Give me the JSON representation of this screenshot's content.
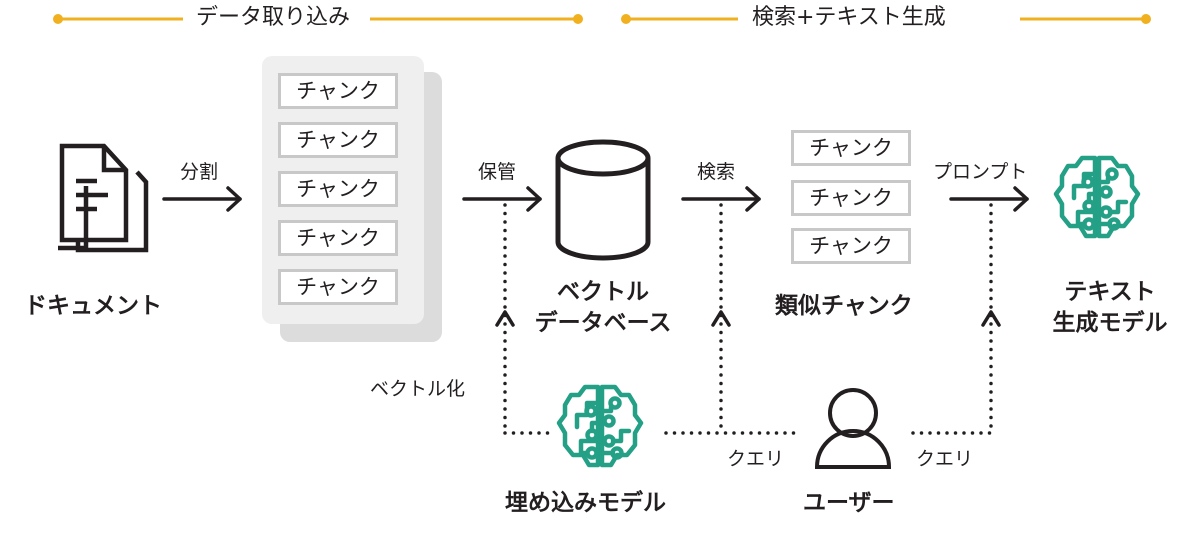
{
  "sections": {
    "ingestion": {
      "label": "データ取り込み"
    },
    "retrieval_generation": {
      "label": "検索+テキスト生成"
    }
  },
  "colors": {
    "accent": "#f0b020",
    "brain": "#23a085",
    "ink": "#231f20",
    "chunk_border": "#c8c8c8",
    "stack_front": "#efefef",
    "stack_back": "#dcdcdc"
  },
  "nodes": {
    "document": {
      "label": "ドキュメント",
      "icon": "document-icon"
    },
    "chunks": {
      "items": [
        "チャンク",
        "チャンク",
        "チャンク",
        "チャンク",
        "チャンク"
      ]
    },
    "vector_db": {
      "label_line1": "ベクトル",
      "label_line2": "データベース",
      "icon": "database-icon"
    },
    "similar_chunks": {
      "label": "類似チャンク",
      "items": [
        "チャンク",
        "チャンク",
        "チャンク"
      ]
    },
    "text_model": {
      "label_line1": "テキスト",
      "label_line2": "生成モデル",
      "icon": "brain-icon"
    },
    "embedding_model": {
      "label": "埋め込みモデル",
      "icon": "brain-icon"
    },
    "user": {
      "label": "ユーザー",
      "icon": "user-icon"
    }
  },
  "edges": {
    "split": "分割",
    "store": "保管",
    "search": "検索",
    "prompt": "プロンプト",
    "vectorize": "ベクトル化",
    "query_left": "クエリ",
    "query_right": "クエリ"
  }
}
